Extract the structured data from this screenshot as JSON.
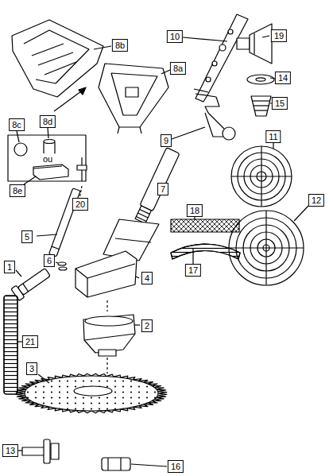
{
  "diagram": {
    "labels": [
      "8b",
      "8a",
      "10",
      "19",
      "14",
      "15",
      "9",
      "7",
      "11",
      "8c",
      "8d",
      "ou",
      "8e",
      "20",
      "5",
      "12",
      "6",
      "1",
      "4",
      "18",
      "17",
      "2",
      "21",
      "3",
      "13",
      "16"
    ]
  }
}
